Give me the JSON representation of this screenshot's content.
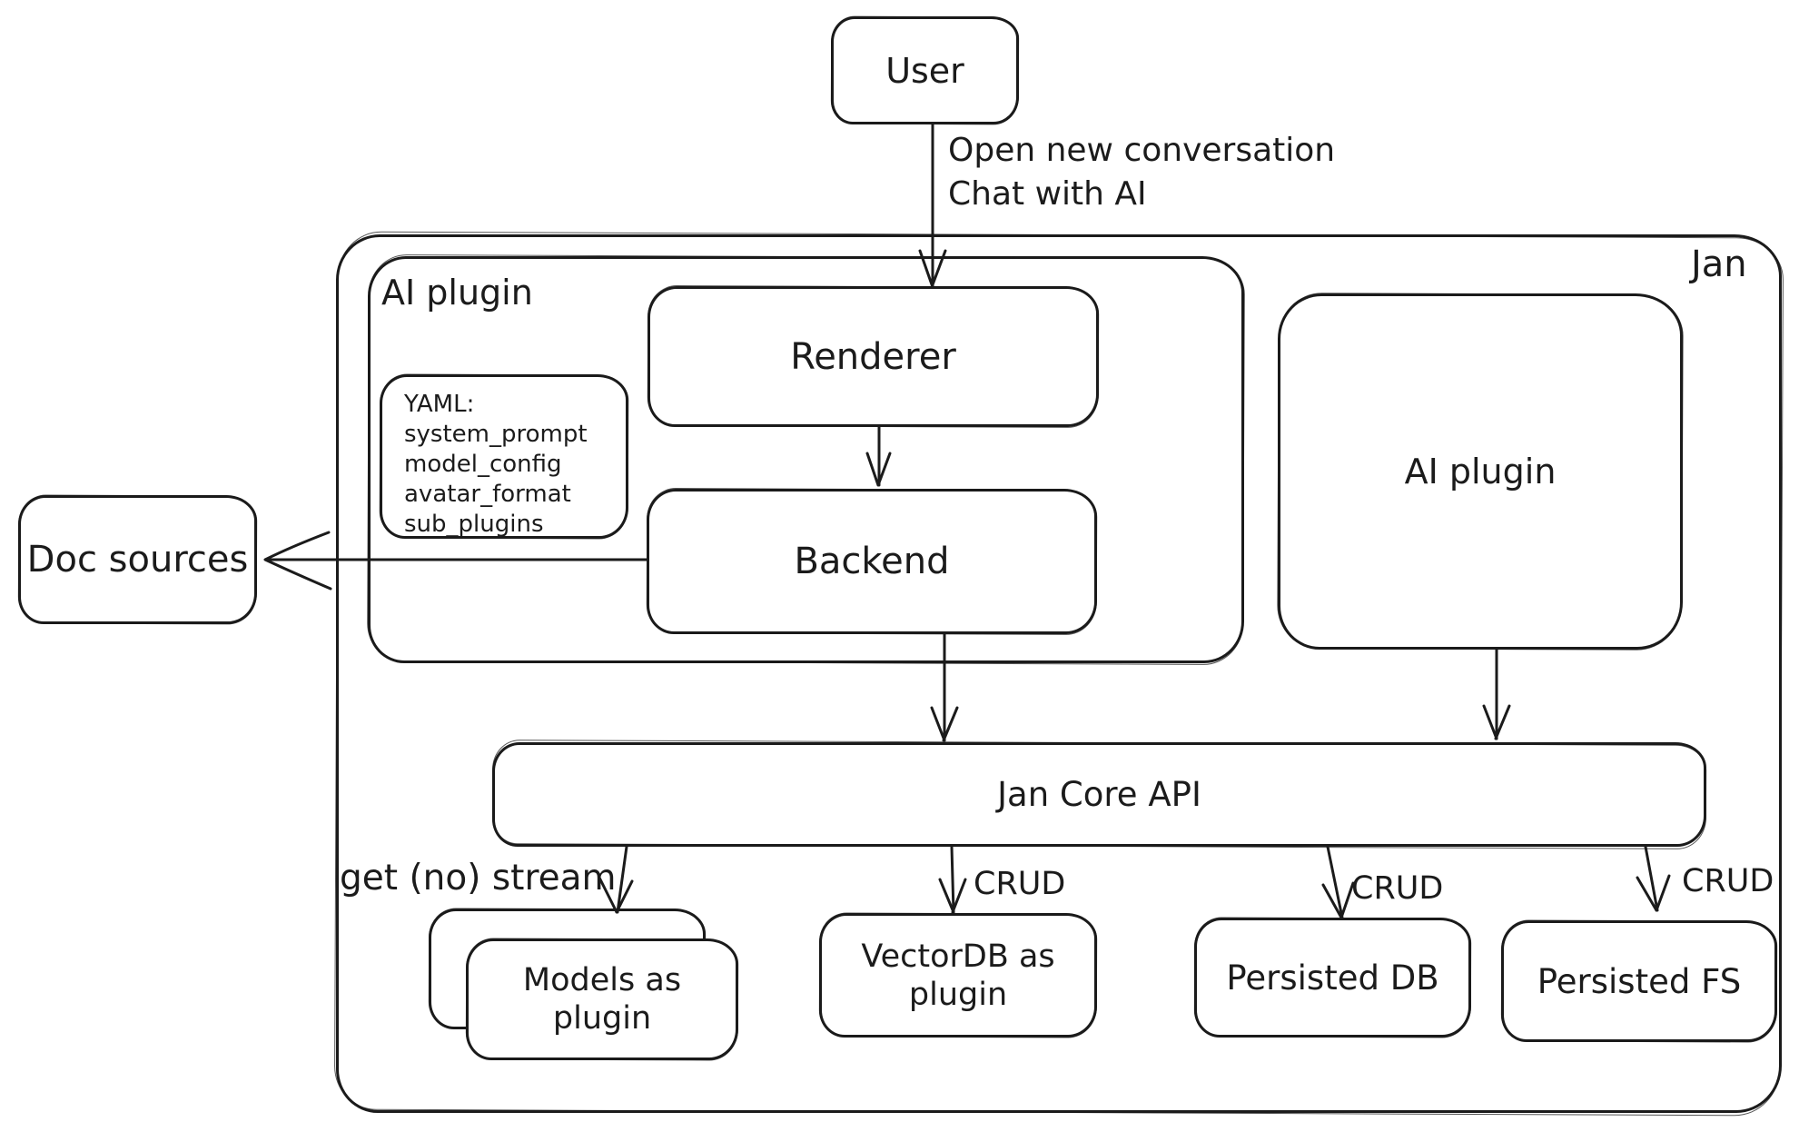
{
  "diagram": {
    "nodes": {
      "user": {
        "label": "User"
      },
      "jan_container": {
        "label": "Jan"
      },
      "ai_plugin_container": {
        "label": "AI plugin"
      },
      "yaml_note": {
        "lines": [
          "YAML:",
          "system_prompt",
          "model_config",
          "avatar_format",
          "sub_plugins"
        ]
      },
      "renderer": {
        "label": "Renderer"
      },
      "backend": {
        "label": "Backend"
      },
      "ai_plugin_right": {
        "label": "AI plugin"
      },
      "doc_sources": {
        "label": "Doc sources"
      },
      "jan_core_api": {
        "label": "Jan Core API"
      },
      "models_plugin": {
        "label": "Models as plugin"
      },
      "vectordb_plugin": {
        "label": "VectorDB as plugin"
      },
      "persisted_db": {
        "label": "Persisted DB"
      },
      "persisted_fs": {
        "label": "Persisted FS"
      }
    },
    "edge_labels": {
      "user_action": [
        "Open new conversation",
        "Chat with AI"
      ],
      "get_no_stream": "get (no) stream",
      "crud_vectordb": "CRUD",
      "crud_persisted_db": "CRUD",
      "crud_persisted_fs": "CRUD"
    },
    "colors": {
      "stroke": "#1b1b1b",
      "background": "#ffffff"
    }
  }
}
